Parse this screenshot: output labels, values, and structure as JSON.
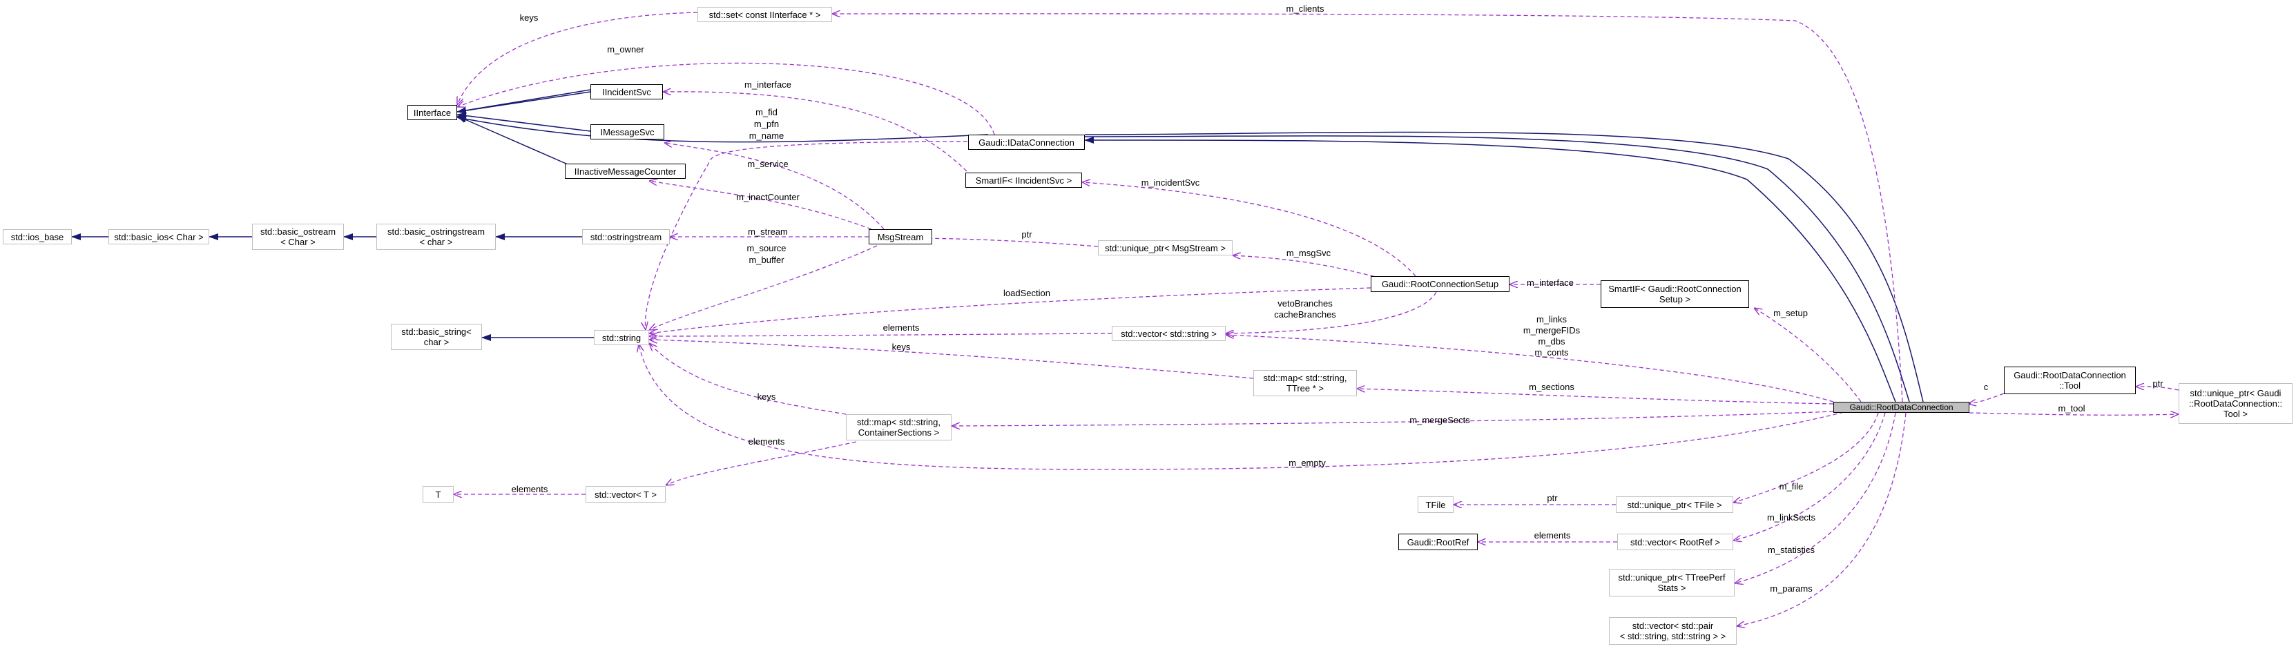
{
  "colors": {
    "inheritance": "#191970",
    "usage": "#9a32cd",
    "node_border": "#000000",
    "external_border": "#bfbfbf",
    "focus_fill": "#bfbfbf"
  },
  "nodes": {
    "set_iinterface": {
      "l1": "std::set< const IInterface * >"
    },
    "iinterface": {
      "l1": "IInterface"
    },
    "iincidentsvc": {
      "l1": "IIncidentSvc"
    },
    "imessagesvc": {
      "l1": "IMessageSvc"
    },
    "iinactivemessagecounter": {
      "l1": "IInactiveMessageCounter"
    },
    "gaudi_idataconnection": {
      "l1": "Gaudi::IDataConnection"
    },
    "smartif_iincidentsvc": {
      "l1": "SmartIF< IIncidentSvc >"
    },
    "ios_base": {
      "l1": "std::ios_base"
    },
    "basic_ios": {
      "l1": "std::basic_ios< Char >"
    },
    "basic_ostream": {
      "l1": "std::basic_ostream",
      "l2": "< Char >"
    },
    "basic_ostringstream": {
      "l1": "std::basic_ostringstream",
      "l2": "< char >"
    },
    "ostringstream": {
      "l1": "std::ostringstream"
    },
    "msgstream": {
      "l1": "MsgStream"
    },
    "unique_ptr_msgstream": {
      "l1": "std::unique_ptr< MsgStream >"
    },
    "rootconnectionsetup": {
      "l1": "Gaudi::RootConnectionSetup"
    },
    "smartif_rootconnectionsetup": {
      "l1": "SmartIF< Gaudi::RootConnection",
      "l2": "Setup >"
    },
    "basic_string": {
      "l1": "std::basic_string<",
      "l2": "char >"
    },
    "std_string": {
      "l1": "std::string"
    },
    "vector_string": {
      "l1": "std::vector< std::string >"
    },
    "map_ttree": {
      "l1": "std::map< std::string,",
      "l2": "TTree * >"
    },
    "map_containersections": {
      "l1": "std::map< std::string,",
      "l2": "ContainerSections >"
    },
    "rootdataconnection": {
      "l1": "Gaudi::RootDataConnection"
    },
    "rootdataconnection_tool": {
      "l1": "Gaudi::RootDataConnection",
      "l2": "::Tool"
    },
    "unique_ptr_tool": {
      "l1": "std::unique_ptr< Gaudi",
      "l2": "::RootDataConnection::",
      "l3": "Tool >"
    },
    "t": {
      "l1": "T"
    },
    "vector_t": {
      "l1": "std::vector< T >"
    },
    "tfile": {
      "l1": "TFile"
    },
    "unique_ptr_tfile": {
      "l1": "std::unique_ptr< TFile >"
    },
    "gaudi_rootref": {
      "l1": "Gaudi::RootRef"
    },
    "vector_rootref": {
      "l1": "std::vector< RootRef >"
    },
    "unique_ptr_ttreeperfstats": {
      "l1": "std::unique_ptr< TTreePerf",
      "l2": "Stats >"
    },
    "vector_pair": {
      "l1": "std::vector< std::pair",
      "l2": "< std::string, std::string > >"
    }
  },
  "edge_labels": {
    "keys_top": "keys",
    "m_clients": "m_clients",
    "m_owner": "m_owner",
    "m_interface_top": "m_interface",
    "m_fid": "m_fid",
    "m_pfn": "m_pfn",
    "m_name": "m_name",
    "m_service": "m_service",
    "m_inactcounter": "m_inactCounter",
    "m_incidentsvc": "m_incidentSvc",
    "m_stream": "m_stream",
    "ptr_msgstream": "ptr",
    "m_source": "m_source",
    "m_buffer": "m_buffer",
    "m_msgsvc": "m_msgSvc",
    "loadsection": "loadSection",
    "m_interface_setup": "m_interface",
    "m_setup": "m_setup",
    "vetobranches": "vetoBranches",
    "cachebranches": "cacheBranches",
    "elements_vector": "elements",
    "keys_map": "keys",
    "m_links": "m_links",
    "m_mergefids": "m_mergeFIDs",
    "m_dbs": "m_dbs",
    "m_conts": "m_conts",
    "m_sections": "m_sections",
    "c": "c",
    "ptr_tool": "ptr",
    "m_tool": "m_tool",
    "keys_sections": "keys",
    "elements_sections": "elements",
    "m_mergesects": "m_mergeSects",
    "m_empty": "m_empty",
    "elements_t": "elements",
    "m_file": "m_file",
    "ptr_tfile": "ptr",
    "m_linksects": "m_linkSects",
    "elements_rootref": "elements",
    "m_statistics": "m_statistics",
    "m_params": "m_params"
  }
}
